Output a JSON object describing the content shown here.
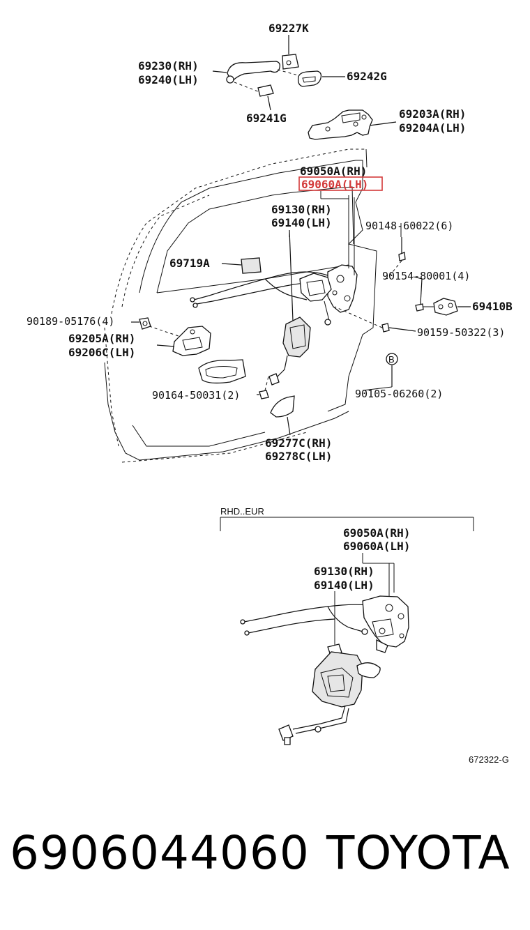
{
  "labels": {
    "p69227K": "69227K",
    "p69230": "69230(RH)",
    "p69240": "69240(LH)",
    "p69242G": "69242G",
    "p69241G": "69241G",
    "p69203A": "69203A(RH)",
    "p69204A": "69204A(LH)",
    "p69050A": "69050A(RH)",
    "p69060A": "69060A(LH)",
    "p69130": "69130(RH)",
    "p69140": "69140(LH)",
    "p90148": "90148-60022(6)",
    "p69719A": "69719A",
    "p90154": "90154-80001(4)",
    "p69410B": "69410B",
    "p90189": "90189-05176(4)",
    "p90159": "90159-50322(3)",
    "p69205A": "69205A(RH)",
    "p69206C": "69206C(LH)",
    "p90164": "90164-50031(2)",
    "p90105": "90105-06260(2)",
    "p69277C": "69277C(RH)",
    "p69278C": "69278C(LH)",
    "circle_b": "B",
    "inset_title": "RHD..EUR",
    "inset_69050A": "69050A(RH)",
    "inset_69060A": "69060A(LH)",
    "inset_69130": "69130(RH)",
    "inset_69140": "69140(LH)",
    "figure_code": "672322-G"
  },
  "highlighted_part": "69060A(LH)",
  "highlight_color": "#d33a3a",
  "footer": {
    "part_number": "6906044060",
    "brand": "TOYOTA"
  }
}
